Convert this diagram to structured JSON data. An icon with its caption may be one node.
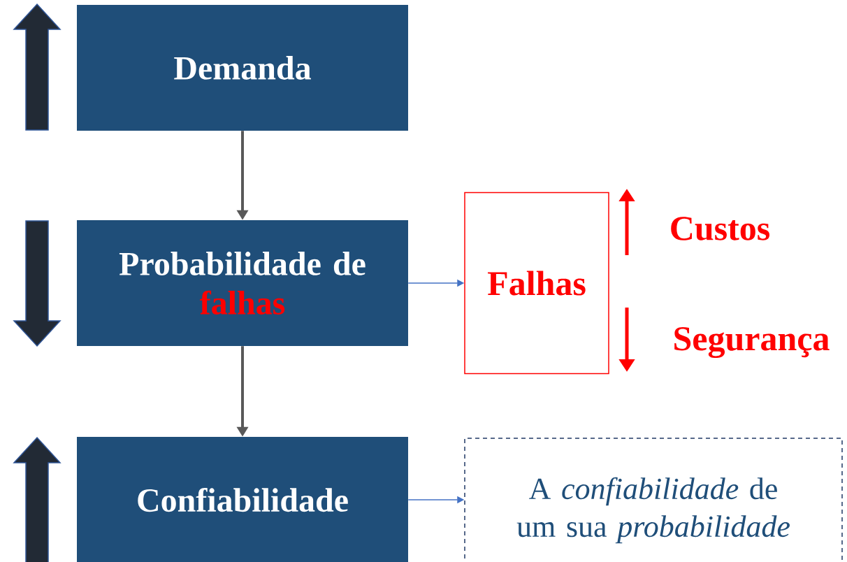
{
  "diagram": {
    "nodes": [
      {
        "text": [
          "Demanda"
        ]
      },
      {
        "text": [
          "Probabilidade de",
          "falhas"
        ]
      },
      {
        "text": [
          "Falhas"
        ],
        "beside": [
          "Custos",
          "Segurança"
        ]
      },
      {
        "text": [
          "Confiabilidade"
        ]
      },
      {
        "text": [
          "A *confiabilidade* de um sua *probabilidade*"
        ]
      }
    ],
    "edges": [
      {
        "from": 0,
        "to": 1,
        "arrow": "to",
        "style": "thick",
        "color": "#595959"
      },
      {
        "from": 1,
        "to": 2,
        "arrow": "to",
        "color": "#4472c4"
      },
      {
        "from": 1,
        "to": 3,
        "arrow": "to",
        "style": "thick",
        "color": "#595959"
      },
      {
        "from": 3,
        "to": 4,
        "arrow": "to",
        "color": "#4472c4"
      }
    ]
  }
}
